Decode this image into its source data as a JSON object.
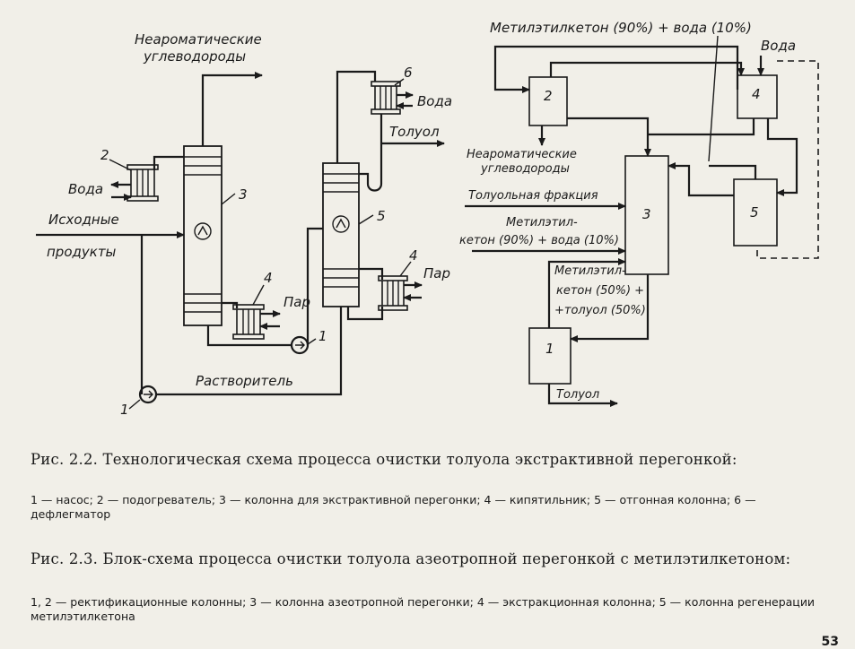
{
  "fig22": {
    "label_non_aromatic_1": "Неароматические",
    "label_non_aromatic_2": "углеводороды",
    "label_water_left": "Вода",
    "label_feed_1": "Исходные",
    "label_feed_2": "продукты",
    "label_solvent": "Растворитель",
    "label_water_right": "Вода",
    "label_toluene": "Толуол",
    "label_steam_1": "Пар",
    "label_steam_2": "Пар",
    "n1a": "1",
    "n1b": "1",
    "n2": "2",
    "n3": "3",
    "n4a": "4",
    "n4b": "4",
    "n5": "5",
    "n6": "6"
  },
  "fig23": {
    "label_top": "Метилэтилкетон (90%) + вода (10%)",
    "label_water": "Вода",
    "label_non_aromatic_1": "Неароматические",
    "label_non_aromatic_2": "углеводороды",
    "label_toluene_fraction": "Толуольная фракция",
    "label_mek90_1": "Метилэтил-",
    "label_mek90_2": "кетон (90%) + вода (10%)",
    "label_mek50_1": "Метилэтил-",
    "label_mek50_2": "кетон (50%) +",
    "label_mek50_3": "+толуол (50%)",
    "label_toluene": "Толуол",
    "b1": "1",
    "b2": "2",
    "b3": "3",
    "b4": "4",
    "b5": "5"
  },
  "captions": {
    "fig22_title": "Рис. 2.2. Технологическая схема процесса очистки толуола экстрактивной перегонкой:",
    "fig22_legend": "1 — насос; 2 — подогреватель; 3 — колонна для экстрактивной перегонки; 4 — кипятильник; 5 — отгонная колонна; 6 — дефлегматор",
    "fig23_title": "Рис. 2.3. Блок-схема процесса очистки толуола азеотропной перегонкой с метилэтилкетоном:",
    "fig23_legend": "1, 2 — ректификационные колонны; 3 — колонна азеотропной перегонки; 4 — экстракционная колонна; 5 — колонна регенерации метилэтилкетона"
  },
  "page_number": "53"
}
